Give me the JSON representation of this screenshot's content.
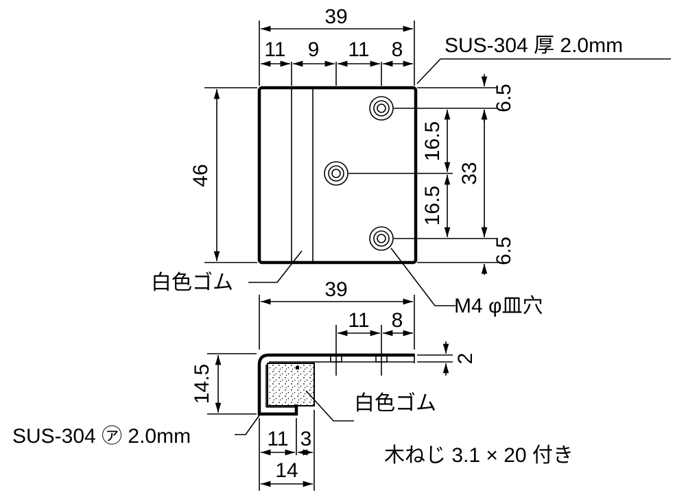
{
  "front_view": {
    "overall_width": "39",
    "segments": [
      "11",
      "9",
      "11",
      "8"
    ],
    "height": "46",
    "hole_spacing_top": "16.5",
    "hole_spacing_bottom": "16.5",
    "hole_span": "33",
    "edge_top": "6.5",
    "edge_bottom": "6.5",
    "material_label": "SUS-304 厚 2.0mm",
    "rubber_label": "白色ゴム",
    "hole_label": "M4 φ皿穴"
  },
  "side_view": {
    "overall_width": "39",
    "hole_offset_a": "11",
    "hole_offset_b": "8",
    "thickness": "2",
    "height": "14.5",
    "material_label": "SUS-304 ㋐ 2.0mm",
    "rubber_label": "白色ゴム",
    "base_a": "11",
    "base_b": "3",
    "base_total": "14"
  },
  "footer_note": "木ねじ 3.1 × 20 付き"
}
